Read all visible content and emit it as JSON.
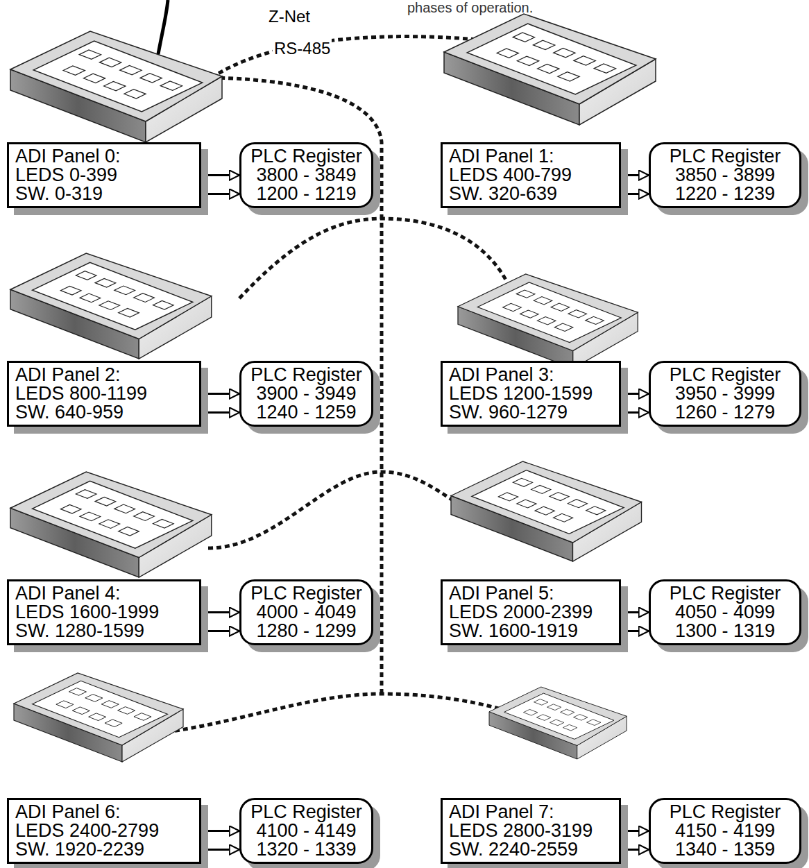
{
  "diagram": {
    "nodes": [
      {
        "text": [
          "ADI Panel 0:",
          "LEDS 0-399",
          "SW. 0-319"
        ]
      },
      {
        "text": [
          "PLC Register",
          "3800 - 3849",
          "1200 - 1219"
        ]
      },
      {
        "text": [
          "ADI Panel 1:",
          "LEDS 400-799",
          "SW. 320-639"
        ]
      },
      {
        "text": [
          "PLC Register",
          "3850 - 3899",
          "1220 - 1239"
        ]
      },
      {
        "text": [
          "ADI Panel 2:",
          "LEDS 800-1199",
          "SW. 640-959"
        ]
      },
      {
        "text": [
          "PLC Register",
          "3900 - 3949",
          "1240 - 1259"
        ]
      },
      {
        "text": [
          "ADI Panel 3:",
          "LEDS 1200-1599",
          "SW. 960-1279"
        ]
      },
      {
        "text": [
          "PLC Register",
          "3950 - 3999",
          "1260 - 1279"
        ]
      },
      {
        "text": [
          "ADI Panel 4:",
          "LEDS 1600-1999",
          "SW. 1280-1599"
        ]
      },
      {
        "text": [
          "PLC Register",
          "4000 - 4049",
          "1280 - 1299"
        ]
      },
      {
        "text": [
          "ADI Panel 5:",
          "LEDS 2000-2399",
          "SW. 1600-1919"
        ]
      },
      {
        "text": [
          "PLC Register",
          "4050 - 4099",
          "1300 - 1319"
        ]
      },
      {
        "text": [
          "ADI Panel 6:",
          "LEDS 2400-2799",
          "SW. 1920-2239"
        ]
      },
      {
        "text": [
          "PLC Register",
          "4100 - 4149",
          "1320 - 1339"
        ]
      },
      {
        "text": [
          "ADI Panel 7:",
          "LEDS 2800-3199",
          "SW. 2240-2559"
        ]
      },
      {
        "text": [
          "PLC Register",
          "4150 - 4199",
          "1340 - 1359"
        ]
      }
    ],
    "edges": [
      {
        "from": 0,
        "to": 1,
        "arrow": "to"
      },
      {
        "from": 0,
        "to": 1,
        "arrow": "to"
      },
      {
        "from": 2,
        "to": 3,
        "arrow": "to"
      },
      {
        "from": 2,
        "to": 3,
        "arrow": "to"
      },
      {
        "from": 4,
        "to": 5,
        "arrow": "to"
      },
      {
        "from": 4,
        "to": 5,
        "arrow": "to"
      },
      {
        "from": 6,
        "to": 7,
        "arrow": "to"
      },
      {
        "from": 6,
        "to": 7,
        "arrow": "to"
      },
      {
        "from": 8,
        "to": 9,
        "arrow": "to"
      },
      {
        "from": 8,
        "to": 9,
        "arrow": "to"
      },
      {
        "from": 10,
        "to": 11,
        "arrow": "to"
      },
      {
        "from": 10,
        "to": 11,
        "arrow": "to"
      },
      {
        "from": 12,
        "to": 13,
        "arrow": "to"
      },
      {
        "from": 12,
        "to": 13,
        "arrow": "to"
      },
      {
        "from": 14,
        "to": 15,
        "arrow": "to"
      },
      {
        "from": 14,
        "to": 15,
        "arrow": "to"
      }
    ],
    "labels": [
      "phases of operation.",
      "Z-Net",
      "RS-485"
    ]
  }
}
